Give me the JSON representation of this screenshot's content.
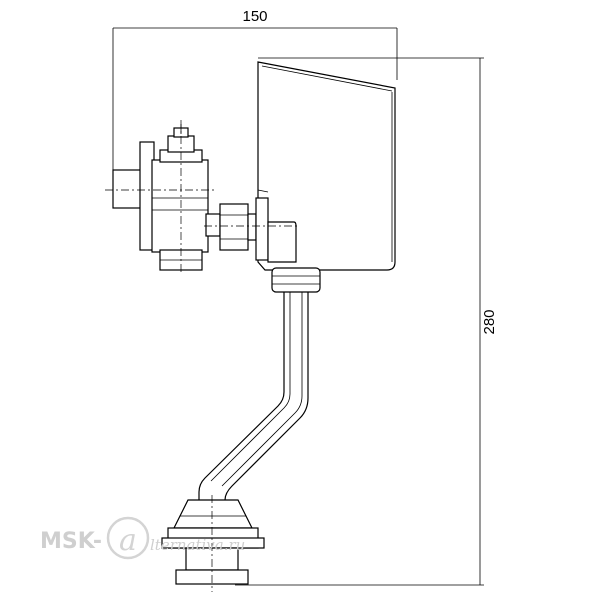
{
  "dimensions": {
    "width_label": "150",
    "height_label": "280"
  },
  "watermark": {
    "brand": "MSK-",
    "site": "lternativa.ru"
  }
}
